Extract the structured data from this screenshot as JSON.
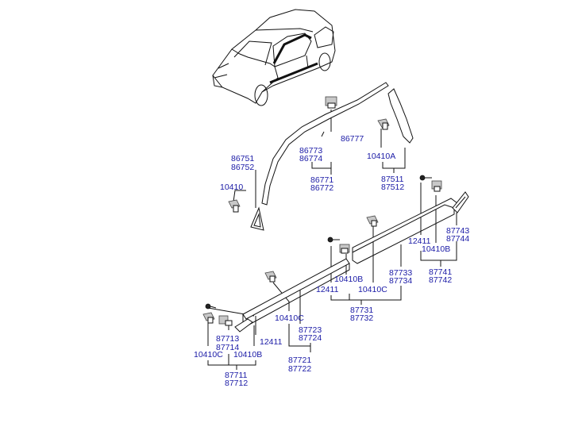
{
  "diagram": {
    "part_labels": {
      "p86751": "86751",
      "p86752": "86752",
      "p10410_a": "10410",
      "p86773": "86773",
      "p86774": "86774",
      "p86777": "86777",
      "p86771": "86771",
      "p86772": "86772",
      "p10410A": "10410A",
      "p87511": "87511",
      "p87512": "87512",
      "p87743": "87743",
      "p87744": "87744",
      "p12411_r": "12411",
      "p10410B_r": "10410B",
      "p87741": "87741",
      "p87742": "87742",
      "p10410B_m": "10410B",
      "p87733": "87733",
      "p87734": "87734",
      "p12411_m": "12411",
      "p10410C_m": "10410C",
      "p87731": "87731",
      "p87732": "87732",
      "p10410C_l": "10410C",
      "p87723": "87723",
      "p87724": "87724",
      "p87721": "87721",
      "p87722": "87722",
      "p87713": "87713",
      "p87714": "87714",
      "p12411_l": "12411",
      "p10410C_f": "10410C",
      "p10410B_f": "10410B",
      "p87711": "87711",
      "p87712": "87712"
    }
  }
}
